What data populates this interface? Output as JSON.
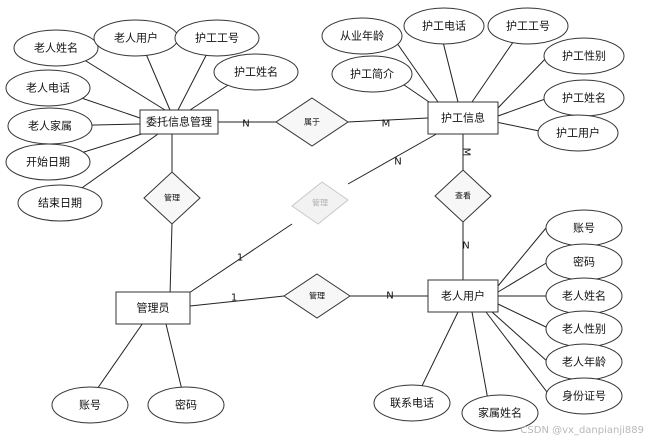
{
  "entities": {
    "weituo": "委托信息管理",
    "hugong": "护工信息",
    "laoren": "老人用户",
    "admin": "管理员"
  },
  "relations": {
    "shuyu": "属于",
    "guanli_top": "管理",
    "guanli_diag": "管理",
    "guanli_bottom": "管理",
    "chakan": "查看"
  },
  "cardinalities": {
    "weituo_shuyu": "N",
    "shuyu_hugong": "M",
    "hugong_chakan": "M",
    "chakan_laoren": "N",
    "admin_guanli": "1",
    "guanli_laoren": "N",
    "admin_diag": "1",
    "diag_hugong": "N"
  },
  "attributes": {
    "weituo": [
      "老人姓名",
      "老人用户",
      "护工工号",
      "护工姓名",
      "老人电话",
      "老人家属",
      "开始日期",
      "结束日期"
    ],
    "hugong": [
      "从业年龄",
      "护工电话",
      "护工工号",
      "护工性别",
      "护工简介",
      "护工姓名",
      "护工用户"
    ],
    "laoren": [
      "账号",
      "密码",
      "老人姓名",
      "老人性别",
      "老人年龄",
      "身份证号",
      "家属姓名",
      "联系电话"
    ],
    "admin": [
      "账号",
      "密码"
    ]
  },
  "watermark": "CSDN @vx_danpianji889"
}
